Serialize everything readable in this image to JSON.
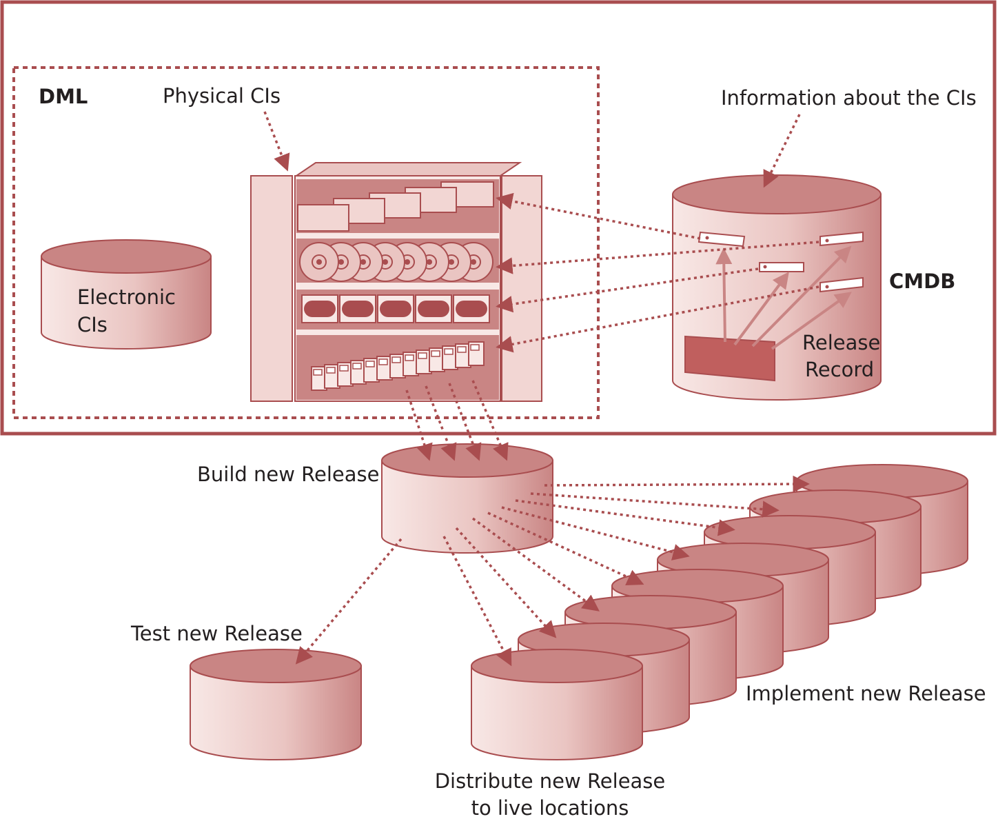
{
  "labels": {
    "dml": "DML",
    "physical_cis": "Physical CIs",
    "info_about_cis": "Information about the CIs",
    "electronic_cis_line1": "Electronic",
    "electronic_cis_line2": "CIs",
    "cmdb": "CMDB",
    "release_record_line1": "Release",
    "release_record_line2": "Record",
    "build_new_release": "Build new Release",
    "test_new_release": "Test new Release",
    "implement_new_release": "Implement new Release",
    "distribute_line1": "Distribute new Release",
    "distribute_line2": "to live locations"
  },
  "colors": {
    "frame": "#a94d4f",
    "arrow": "#a94d4f",
    "top_fill": "#c98584",
    "body_light": "#f8e8e6",
    "body_dark": "#d7a09d",
    "shelf_back": "#c98584",
    "text": "#231f20"
  },
  "icons": {
    "storage_unit": "shelving-cabinet-icon",
    "media_boxes": "software-box-icon",
    "media_discs": "optical-disc-icon",
    "media_tapes": "tape-cassette-icon",
    "media_cards": "memory-card-icon",
    "database": "database-cylinder-icon",
    "record": "record-card-icon"
  }
}
